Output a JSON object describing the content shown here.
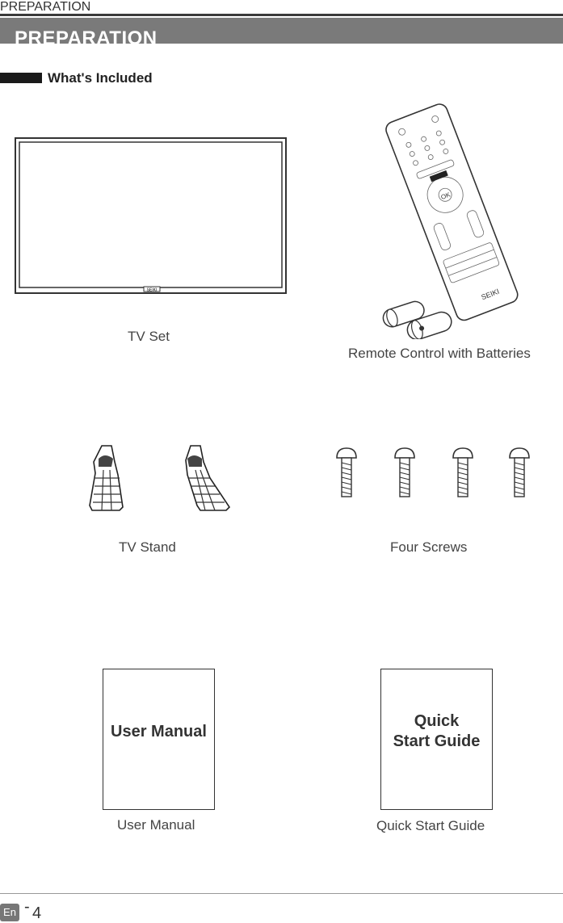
{
  "header": {
    "running_title": "PREPARATION",
    "banner_title": "PREPARATION"
  },
  "section": {
    "title": "What's Included"
  },
  "items": {
    "tv_set": "TV Set",
    "remote": "Remote Control with Batteries",
    "stand": "TV Stand",
    "screws": "Four Screws",
    "user_manual": "User Manual",
    "quick_start": "Quick Start Guide"
  },
  "books": {
    "user_manual_cover": "User Manual",
    "quick_start_cover_line1": "Quick",
    "quick_start_cover_line2": "Start Guide"
  },
  "tv_logo": "SEIKI",
  "remote_logo": "SEIKI",
  "footer": {
    "lang": "En",
    "dash": "-",
    "page": "4"
  }
}
